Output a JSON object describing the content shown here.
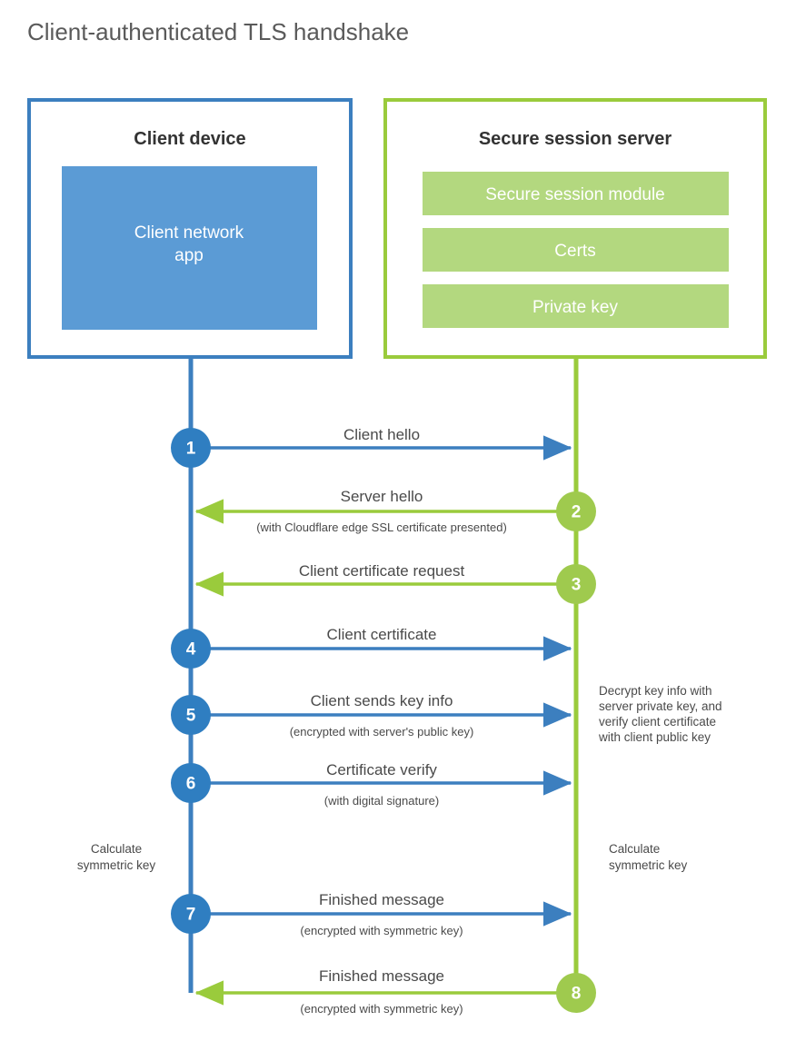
{
  "title": "Client-authenticated TLS handshake",
  "colors": {
    "blue_stroke": "#3c7fbf",
    "blue_fill": "#5b9bd5",
    "green_stroke": "#9acb3c",
    "green_fill": "#b3d87f",
    "green_circle": "#9fca4e",
    "blue_circle": "#2f7ec1",
    "text": "#4a4a4a",
    "title_text": "#5a5a5a"
  },
  "client": {
    "title": "Client device",
    "app_label_line1": "Client network",
    "app_label_line2": "app",
    "note_line1": "Calculate",
    "note_line2": "symmetric key"
  },
  "server": {
    "title": "Secure session server",
    "modules": [
      "Secure session module",
      "Certs",
      "Private key"
    ],
    "note_decrypt": [
      "Decrypt key info with",
      "server private key, and",
      "verify client certificate",
      "with client public key"
    ],
    "note_line1": "Calculate",
    "note_line2": "symmetric key"
  },
  "steps": [
    {
      "number": "1",
      "label": "Client hello",
      "sublabel": "",
      "direction": "client-to-server",
      "color": "blue"
    },
    {
      "number": "2",
      "label": "Server hello",
      "sublabel": "(with Cloudflare edge SSL certificate presented)",
      "direction": "server-to-client",
      "color": "green"
    },
    {
      "number": "3",
      "label": "Client certificate request",
      "sublabel": "",
      "direction": "server-to-client",
      "color": "green"
    },
    {
      "number": "4",
      "label": "Client certificate",
      "sublabel": "",
      "direction": "client-to-server",
      "color": "blue"
    },
    {
      "number": "5",
      "label": "Client sends key info",
      "sublabel": "(encrypted with server's public key)",
      "direction": "client-to-server",
      "color": "blue"
    },
    {
      "number": "6",
      "label": "Certificate verify",
      "sublabel": "(with digital signature)",
      "direction": "client-to-server",
      "color": "blue"
    },
    {
      "number": "7",
      "label": "Finished message",
      "sublabel": "(encrypted with symmetric key)",
      "direction": "client-to-server",
      "color": "blue"
    },
    {
      "number": "8",
      "label": "Finished message",
      "sublabel": "(encrypted with symmetric key)",
      "direction": "server-to-client",
      "color": "green"
    }
  ]
}
